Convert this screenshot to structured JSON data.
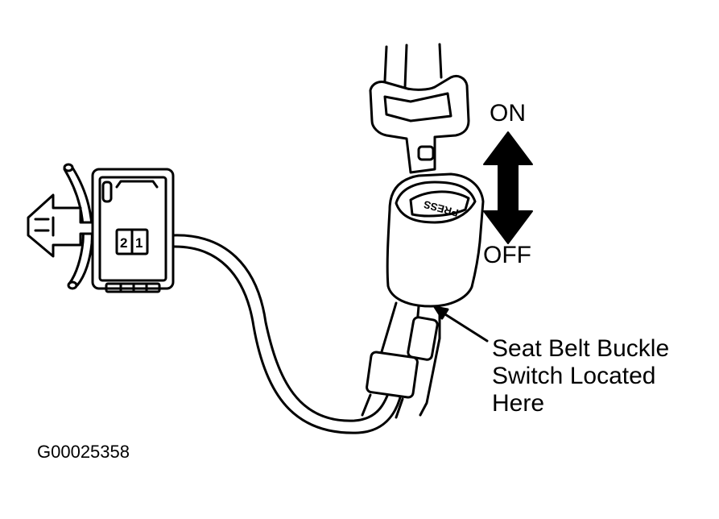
{
  "labels": {
    "on": "ON",
    "off": "OFF",
    "callout_lines": [
      "Seat Belt Buckle",
      "Switch Located",
      "Here"
    ],
    "figure_id": "G00025358"
  },
  "connector": {
    "pin_numbers": [
      "2",
      "1"
    ]
  },
  "buckle": {
    "release_button_text": "PRESS"
  },
  "colors": {
    "ink": "#000000",
    "paper": "#ffffff"
  }
}
